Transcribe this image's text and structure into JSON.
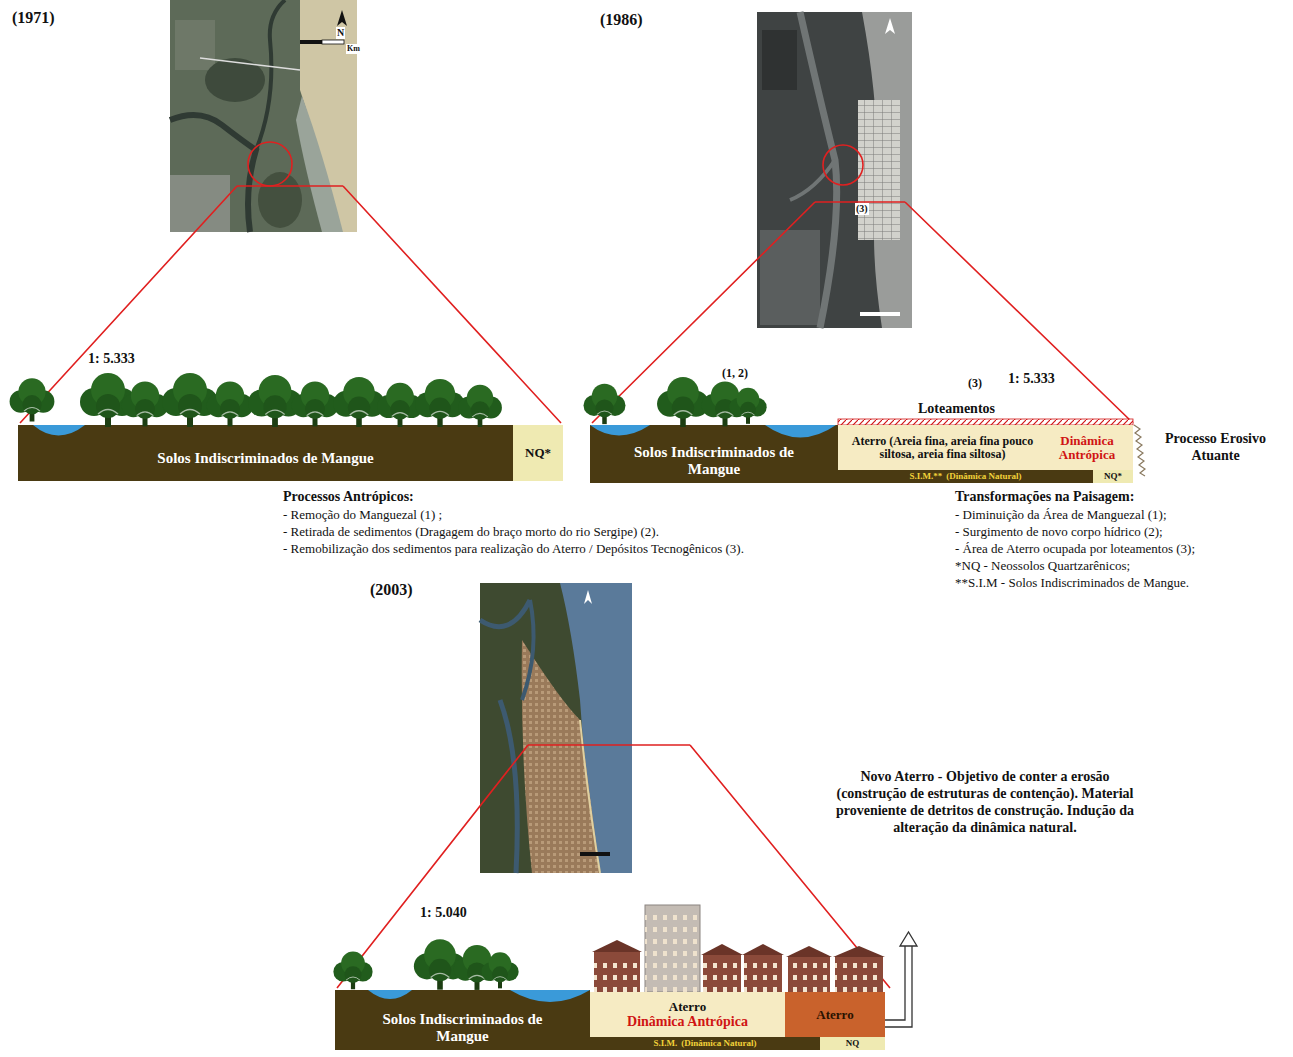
{
  "diagram": {
    "nodes": [
      {
        "text": [
          "Solos Indiscriminados de Mangue"
        ]
      },
      {
        "text": [
          "NQ*"
        ]
      },
      {
        "text": [
          "Solos Indiscriminados de Mangue"
        ]
      },
      {
        "text": [
          "Aterro (Areia fina, areia fina pouco siltosa, areia fina siltosa)",
          "Dinâmica Antrópica"
        ]
      },
      {
        "text": [
          "S.I.M.**",
          "(Dinâmica Natural)"
        ]
      },
      {
        "text": [
          "NQ*"
        ]
      },
      {
        "text": [
          "Solos Indiscriminados de Mangue"
        ]
      },
      {
        "text": [
          "Aterro",
          "Dinâmica Antrópica"
        ]
      },
      {
        "text": [
          "Aterro"
        ]
      },
      {
        "text": [
          "S.I.M.",
          "(Dinâmica Natural)"
        ]
      },
      {
        "text": [
          "NQ"
        ]
      }
    ],
    "labels": [
      "(1971)",
      "N",
      "Km",
      "1: 5.333",
      "(1986)",
      "(3)",
      "(1, 2)",
      "(3)",
      "1: 5.333",
      "Loteamentos",
      "Processo Erosivo Atuante",
      "Processos Antrópicos:",
      "- Remoção do Manguezal (1) ;",
      "- Retirada de sedimentos (Dragagem do braço morto do rio Sergipe) (2).",
      "- Remobilização dos sedimentos para realização do Aterro / Depósitos Tecnogênicos (3).",
      "Transformações na Paisagem:",
      "- Diminuição da Área de Manguezal (1);",
      "- Surgimento de novo corpo hídrico (2);",
      "- Área de Aterro ocupada por loteamentos (3);",
      "*NQ - Neossolos Quartzarênicos;",
      "**S.I.M - Solos Indiscriminados de Mangue.",
      "(2003)",
      "1: 5.040",
      "Novo Aterro - Objetivo de conter a erosão (construção de estruturas de contenção). Material proveniente de detritos de construção. Indução da alteração da dinâmica natural."
    ]
  }
}
